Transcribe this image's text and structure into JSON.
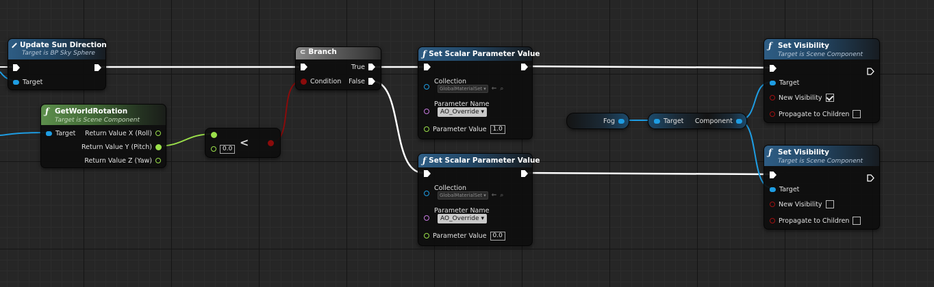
{
  "nodes": {
    "update_sun": {
      "title": "Update Sun Direction",
      "subtitle": "Target is BP Sky Sphere",
      "target_label": "Target"
    },
    "get_world_rotation": {
      "title": "GetWorldRotation",
      "subtitle": "Target is Scene Component",
      "target_label": "Target",
      "out_x": "Return Value X (Roll)",
      "out_y": "Return Value Y (Pitch)",
      "out_z": "Return Value Z (Yaw)"
    },
    "less_than": {
      "operator": "<",
      "b_value": "0.0"
    },
    "branch": {
      "title": "Branch",
      "condition_label": "Condition",
      "true_label": "True",
      "false_label": "False"
    },
    "set_scalar_1": {
      "title": "Set Scalar Parameter Value",
      "collection_label": "Collection",
      "collection_value": "GlobalMaterialSet",
      "param_name_label": "Parameter Name",
      "param_name_value": "AO_Override",
      "param_value_label": "Parameter Value",
      "param_value": "1.0"
    },
    "set_scalar_2": {
      "title": "Set Scalar Parameter Value",
      "collection_label": "Collection",
      "collection_value": "GlobalMaterialSet",
      "param_name_label": "Parameter Name",
      "param_name_value": "AO_Override",
      "param_value_label": "Parameter Value",
      "param_value": "0.0"
    },
    "fog_var": {
      "label": "Fog"
    },
    "get_component": {
      "target_label": "Target",
      "out_label": "Component"
    },
    "set_visibility_1": {
      "title": "Set Visibility",
      "subtitle": "Target is Scene Component",
      "target_label": "Target",
      "new_visibility_label": "New Visibility",
      "new_visibility": true,
      "propagate_label": "Propagate to Children",
      "propagate": false
    },
    "set_visibility_2": {
      "title": "Set Visibility",
      "subtitle": "Target is Scene Component",
      "target_label": "Target",
      "new_visibility_label": "New Visibility",
      "new_visibility": false,
      "propagate_label": "Propagate to Children",
      "propagate": false
    }
  },
  "colors": {
    "exec": "#ffffff",
    "object": "#1e9de3",
    "float": "#9be04a",
    "bool": "#8a0b0b",
    "name": "#c77ae0",
    "function_header": "#2e5d84",
    "pure_header": "#5d8f4c"
  }
}
